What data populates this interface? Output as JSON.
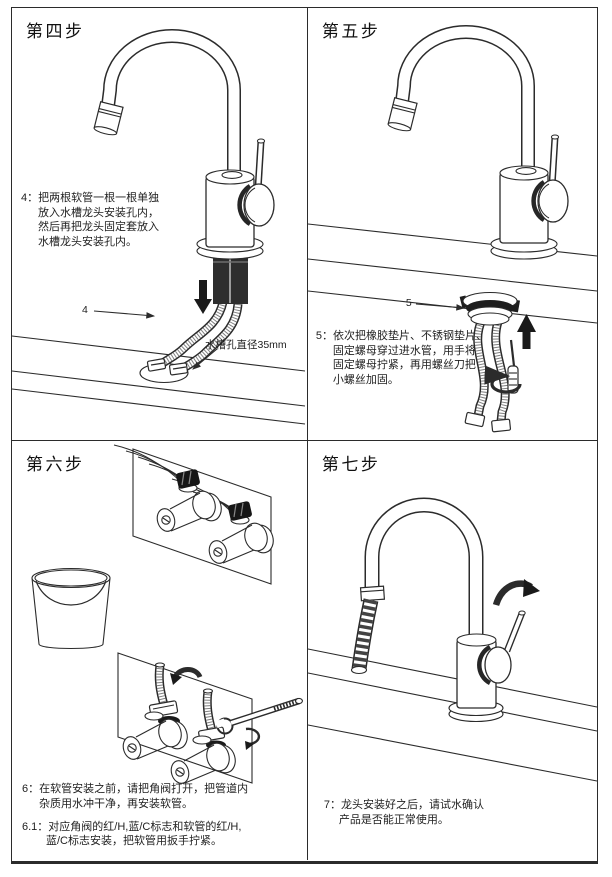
{
  "page": {
    "background": "#ffffff",
    "line_color": "#2b2b2b"
  },
  "panels": [
    {
      "title": "第四步",
      "callout_num": "4",
      "callout_hole": "水槽孔直径35mm",
      "instruction": [
        "4：把两根软管一根一根单独",
        "放入水槽龙头安装孔内，",
        "然后再把龙头固定套放入",
        "水槽龙头安装孔内。"
      ]
    },
    {
      "title": "第五步",
      "callout_num": "5",
      "instruction": [
        "5：依次把橡胶垫片、不锈钢垫片、",
        "固定螺母穿过进水管，用手将",
        "固定螺母拧紧，再用螺丝刀把",
        "小螺丝加固。"
      ]
    },
    {
      "title": "第六步",
      "instruction_6": [
        "6：在软管安装之前，请把角阀打开，把管道内",
        "杂质用水冲干净，再安装软管。"
      ],
      "instruction_61": [
        "6.1：对应角阀的红/H,蓝/C标志和软管的红/H,",
        "蓝/C标志安装，把软管用扳手拧紧。"
      ]
    },
    {
      "title": "第七步",
      "instruction": [
        "7：龙头安装好之后，请试水确认",
        "产品是否能正常使用。"
      ]
    }
  ]
}
